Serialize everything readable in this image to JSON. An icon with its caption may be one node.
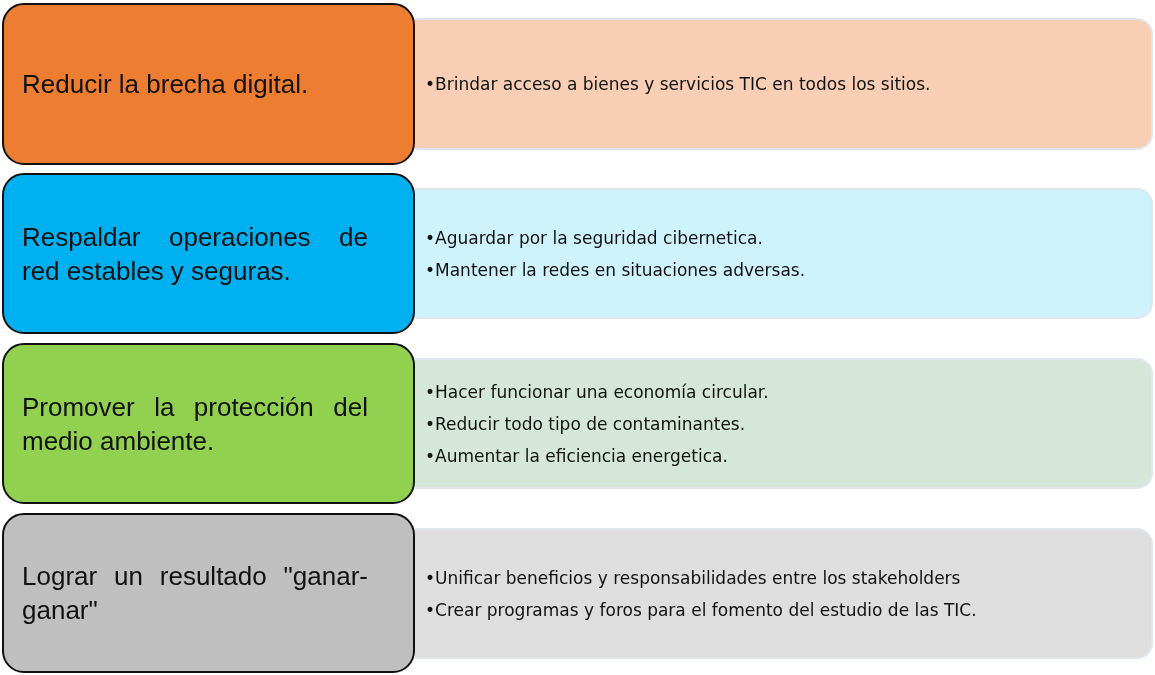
{
  "diagram": {
    "nodes": [
      {
        "text": [
          "Reducir la brecha digital."
        ]
      },
      {
        "text": [
          "•Brindar acceso a bienes y servicios TIC en todos los sitios."
        ]
      },
      {
        "text": [
          "Respaldar operaciones de red estables y seguras."
        ]
      },
      {
        "text": [
          "•Aguardar por la seguridad cibernetica.",
          "•Mantener la redes en situaciones adversas."
        ]
      },
      {
        "text": [
          "Promover la protección del medio ambiente."
        ]
      },
      {
        "text": [
          "•Hacer funcionar una economía circular.",
          "•Reducir todo tipo de contaminantes.",
          "•Aumentar la eficiencia energetica."
        ]
      },
      {
        "text": [
          "Lograr un resultado \"ganar-ganar\""
        ]
      },
      {
        "text": [
          "•Unificar beneficios y responsabilidades entre los stakeholders",
          "•Crear programas y foros para el fomento del estudio de las TIC."
        ]
      }
    ],
    "edges": []
  }
}
